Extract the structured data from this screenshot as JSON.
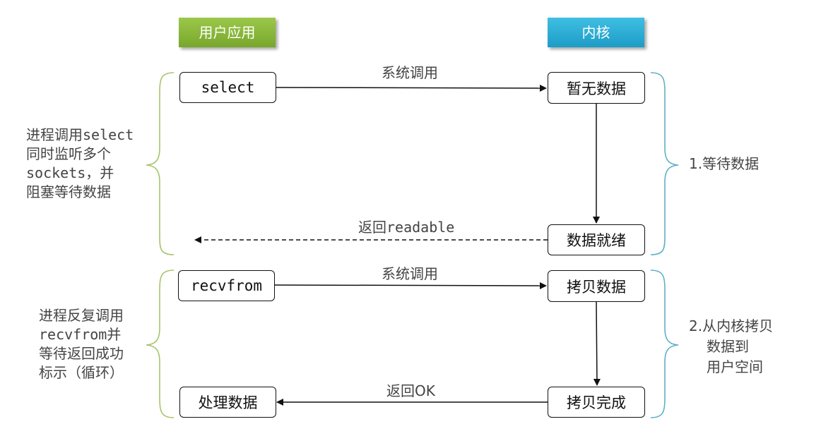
{
  "headers": {
    "user_app": "用户应用",
    "kernel": "内核"
  },
  "phase1": {
    "select_box": "select",
    "no_data_box": "暂无数据",
    "ready_box": "数据就绪",
    "syscall_label": "系统调用",
    "return_label": "返回readable",
    "left_note": [
      "进程调用select",
      "同时监听多个",
      "sockets，并",
      "阻塞等待数据"
    ],
    "right_note": "1.等待数据"
  },
  "phase2": {
    "recvfrom_box": "recvfrom",
    "copy_box": "拷贝数据",
    "copy_done_box": "拷贝完成",
    "process_box": "处理数据",
    "syscall_label": "系统调用",
    "return_label": "返回OK",
    "left_note": [
      "进程反复调用",
      "recvfrom并",
      "等待返回成功",
      "标示（循环）"
    ],
    "right_note": [
      "2.从内核拷贝",
      "数据到",
      "用户空间"
    ]
  },
  "colors": {
    "user_green": "#8cba3f",
    "kernel_blue": "#2aaad6",
    "left_brace": "#a6c46a",
    "right_brace": "#5fb0c8"
  }
}
